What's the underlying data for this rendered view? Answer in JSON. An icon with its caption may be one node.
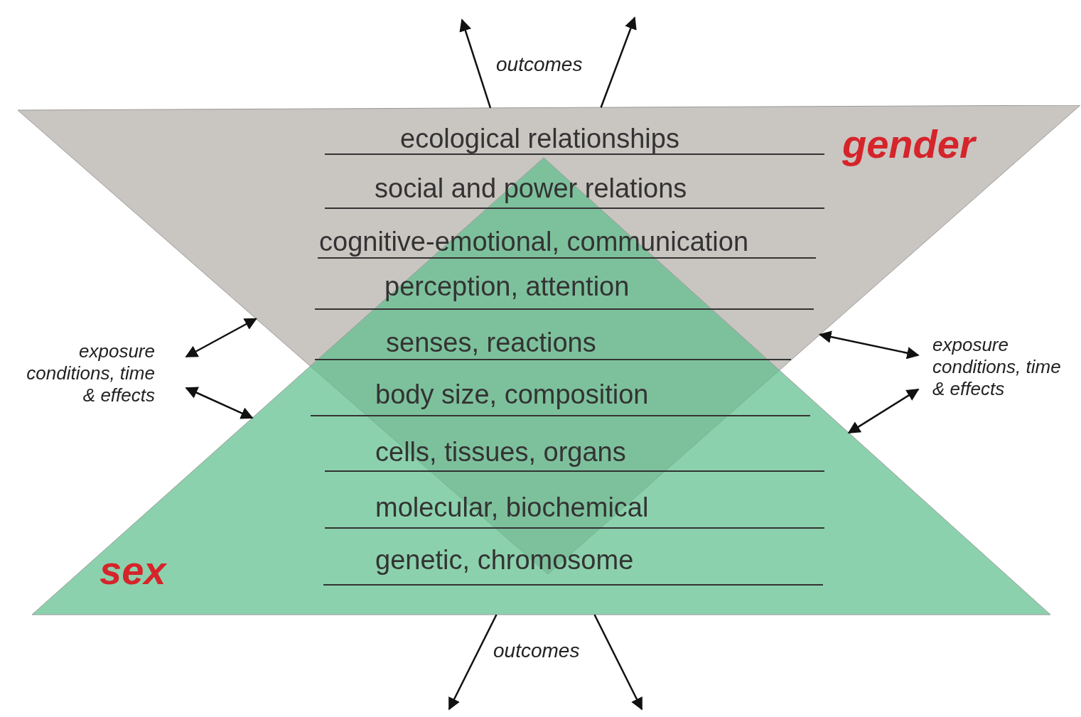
{
  "diagram": {
    "nodes": [
      {
        "text": [
          "gender"
        ]
      },
      {
        "text": [
          "sex"
        ]
      },
      {
        "text": [
          "exposure conditions, time & effects"
        ]
      },
      {
        "text": [
          "exposure conditions, time & effects"
        ]
      }
    ],
    "edges": [
      {
        "from": 0,
        "to": null,
        "arrow": "to"
      },
      {
        "from": 0,
        "to": null,
        "arrow": "to"
      },
      {
        "from": 2,
        "to": 0,
        "arrow": "both"
      },
      {
        "from": 2,
        "to": 1,
        "arrow": "both"
      },
      {
        "from": 3,
        "to": 0,
        "arrow": "both"
      },
      {
        "from": 3,
        "to": 1,
        "arrow": "both"
      },
      {
        "from": 1,
        "to": null,
        "arrow": "to"
      },
      {
        "from": 1,
        "to": null,
        "arrow": "to"
      }
    ],
    "labels": [
      "outcomes",
      "ecological relationships",
      "social and power relations",
      "cognitive-emotional, communication",
      "perception, attention",
      "senses, reactions",
      "body size, composition",
      "cells, tissues, organs",
      "molecular, biochemical",
      "genetic, chromosome",
      "outcomes"
    ]
  }
}
